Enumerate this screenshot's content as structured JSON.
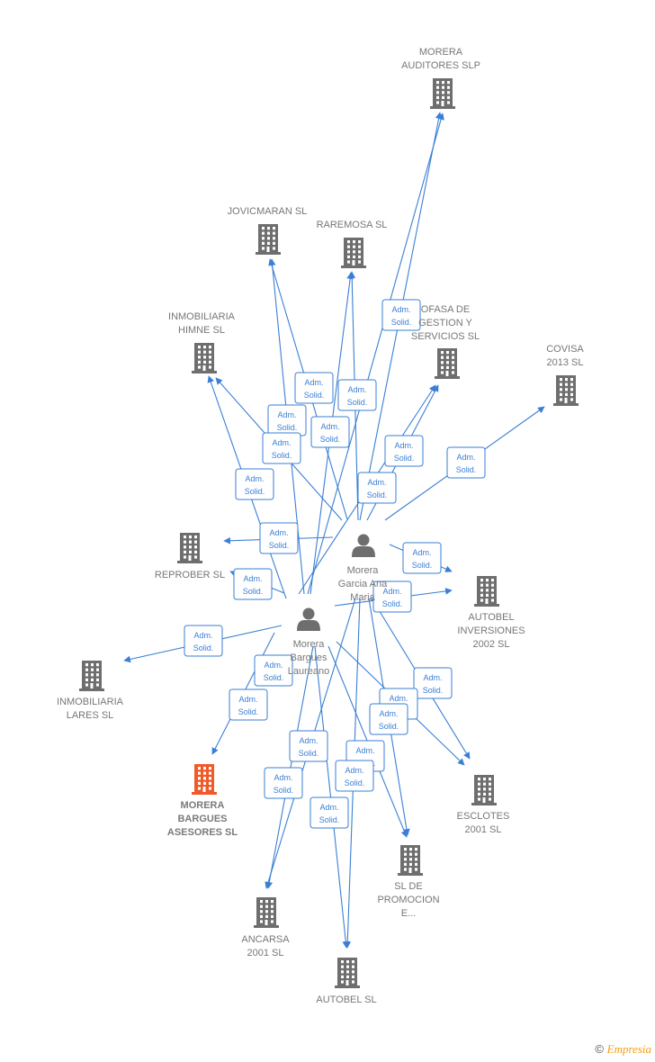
{
  "colors": {
    "edge": "#3a7fd5",
    "building": "#6e6e6e",
    "highlight": "#f05a28",
    "person": "#6e6e6e"
  },
  "people": [
    {
      "id": "p1",
      "lines": [
        "Morera",
        "Garcia Ana",
        "Maria"
      ]
    },
    {
      "id": "p2",
      "lines": [
        "Morera",
        "Bargues",
        "Laureano"
      ]
    }
  ],
  "companies": [
    {
      "id": "c_auditores",
      "lines": [
        "MORERA",
        "AUDITORES SLP"
      ]
    },
    {
      "id": "c_jovic",
      "lines": [
        "JOVICMARAN SL"
      ]
    },
    {
      "id": "c_raremosa",
      "lines": [
        "RAREMOSA SL"
      ]
    },
    {
      "id": "c_himne",
      "lines": [
        "INMOBILIARIA",
        "HIMNE SL"
      ]
    },
    {
      "id": "c_ofasa",
      "lines": [
        "OFASA DE",
        "GESTION Y",
        "SERVICIOS SL"
      ]
    },
    {
      "id": "c_covisa",
      "lines": [
        "COVISA",
        "2013 SL"
      ]
    },
    {
      "id": "c_reprober",
      "lines": [
        "REPROBER SL"
      ]
    },
    {
      "id": "c_autobel_inv",
      "lines": [
        "AUTOBEL",
        "INVERSIONES",
        "2002 SL"
      ]
    },
    {
      "id": "c_lares",
      "lines": [
        "INMOBILIARIA",
        "LARES SL"
      ]
    },
    {
      "id": "c_bargues",
      "lines": [
        "MORERA",
        "BARGUES",
        "ASESORES SL"
      ],
      "highlight": true
    },
    {
      "id": "c_esclotes",
      "lines": [
        "ESCLOTES",
        "2001 SL"
      ]
    },
    {
      "id": "c_promocion",
      "lines": [
        "SL DE",
        "PROMOCION",
        "E..."
      ]
    },
    {
      "id": "c_ancarsa",
      "lines": [
        "ANCARSA",
        "2001 SL"
      ]
    },
    {
      "id": "c_autobel",
      "lines": [
        "AUTOBEL SL"
      ]
    }
  ],
  "relation_label": [
    "Adm.",
    "Solid."
  ],
  "footer": {
    "copyright": "©",
    "brand": "Empresia"
  }
}
